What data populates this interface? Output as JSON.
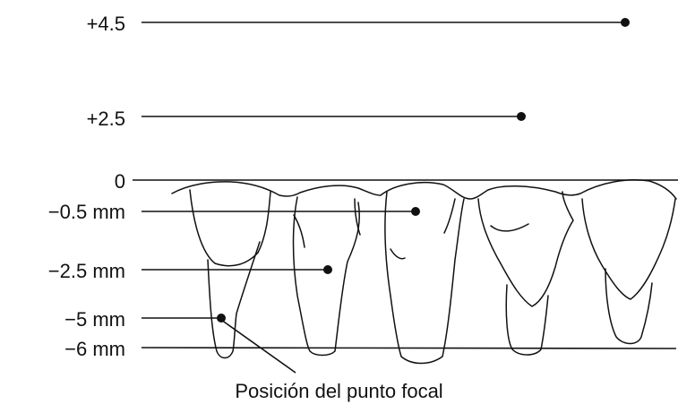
{
  "levels": [
    {
      "key": "plus45",
      "label": "+4.5"
    },
    {
      "key": "plus25",
      "label": "+2.5"
    },
    {
      "key": "zero",
      "label": "0"
    },
    {
      "key": "m05",
      "label": "−0.5 mm"
    },
    {
      "key": "m25",
      "label": "−2.5 mm"
    },
    {
      "key": "m5",
      "label": "−5 mm"
    },
    {
      "key": "m6",
      "label": "−6 mm"
    }
  ],
  "caption": "Posición del punto focal",
  "colors": {
    "ink": "#111111",
    "background": "#ffffff"
  }
}
